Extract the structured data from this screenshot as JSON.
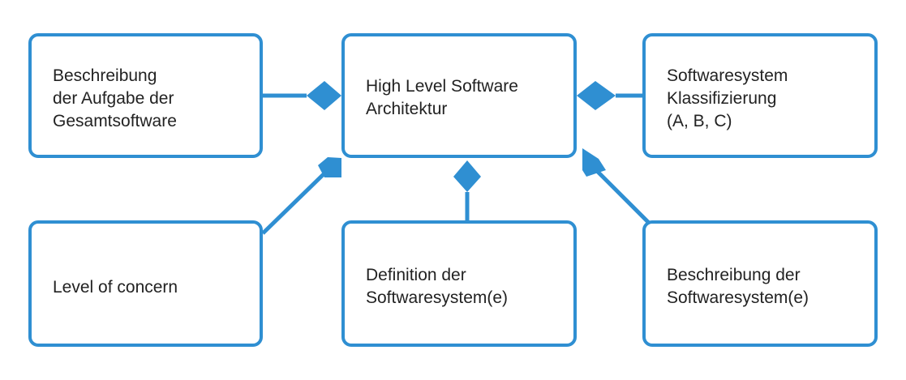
{
  "diagram": {
    "colors": {
      "stroke": "#2f8fd2",
      "text": "#222222",
      "background": "#ffffff"
    },
    "center": {
      "lines": [
        "High Level Software",
        "Architektur"
      ]
    },
    "nodes": {
      "task_description": {
        "lines": [
          "Beschreibung",
          "der Aufgabe der",
          "Gesamtsoftware"
        ]
      },
      "classification": {
        "lines": [
          "Softwaresystem",
          "Klassifizierung",
          "(A, B, C)"
        ]
      },
      "level_of_concern": {
        "lines": [
          "Level of concern"
        ]
      },
      "system_definition": {
        "lines": [
          "Definition der",
          "Softwaresystem(e)"
        ]
      },
      "system_description": {
        "lines": [
          "Beschreibung der",
          "Softwaresystem(e)"
        ]
      }
    },
    "relations": [
      {
        "from": "task_description",
        "to": "center",
        "type": "composition"
      },
      {
        "from": "classification",
        "to": "center",
        "type": "composition"
      },
      {
        "from": "level_of_concern",
        "to": "center",
        "type": "composition"
      },
      {
        "from": "system_definition",
        "to": "center",
        "type": "composition"
      },
      {
        "from": "system_description",
        "to": "center",
        "type": "composition"
      }
    ]
  }
}
